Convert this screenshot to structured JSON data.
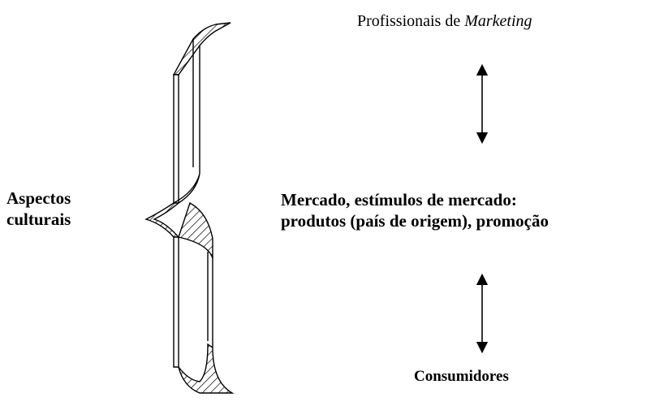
{
  "diagram": {
    "left_label": {
      "line1": "Aspectos",
      "line2": "culturais"
    },
    "top_label": {
      "prefix": "Profissionais de ",
      "emphasis": "Marketing"
    },
    "middle_label": {
      "line1": "Mercado, estímulos de mercado:",
      "line2": "produtos (país de origem), promoção"
    },
    "bottom_label": "Consumidores",
    "arrows": [
      {
        "connects": "Profissionais de Marketing ↔ Mercado",
        "type": "double-headed"
      },
      {
        "connects": "Mercado ↔ Consumidores",
        "type": "double-headed"
      }
    ],
    "brace": {
      "shape": "curly-brace",
      "fill_pattern": "hatched",
      "color": "#000000"
    }
  }
}
